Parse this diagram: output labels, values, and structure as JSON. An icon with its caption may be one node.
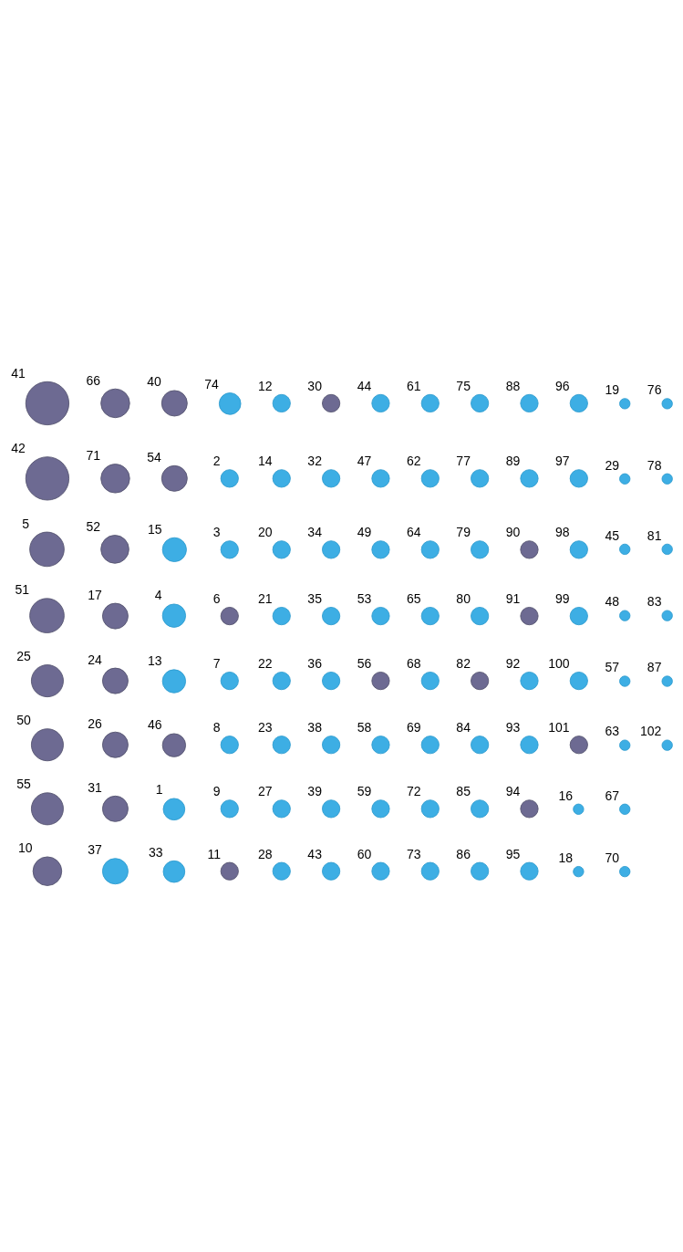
{
  "diagram": {
    "nodes": [
      {
        "text": [],
        "shape": "circle",
        "beside": [
          "1"
        ]
      },
      {
        "text": [],
        "shape": "circle",
        "beside": [
          "2"
        ]
      },
      {
        "text": [],
        "shape": "circle",
        "beside": [
          "3"
        ]
      },
      {
        "text": [],
        "shape": "circle",
        "beside": [
          "4"
        ]
      },
      {
        "text": [],
        "shape": "circle",
        "beside": [
          "5"
        ]
      },
      {
        "text": [],
        "shape": "circle",
        "beside": [
          "6"
        ]
      },
      {
        "text": [],
        "shape": "circle",
        "beside": [
          "7"
        ]
      },
      {
        "text": [],
        "shape": "circle",
        "beside": [
          "8"
        ]
      },
      {
        "text": [],
        "shape": "circle",
        "beside": [
          "9"
        ]
      },
      {
        "text": [],
        "shape": "circle",
        "beside": [
          "10"
        ]
      },
      {
        "text": [],
        "shape": "circle",
        "beside": [
          "11"
        ]
      },
      {
        "text": [],
        "shape": "circle",
        "beside": [
          "12"
        ]
      },
      {
        "text": [],
        "shape": "circle",
        "beside": [
          "13"
        ]
      },
      {
        "text": [],
        "shape": "circle",
        "beside": [
          "14"
        ]
      },
      {
        "text": [],
        "shape": "circle",
        "beside": [
          "15"
        ]
      },
      {
        "text": [],
        "shape": "circle",
        "beside": [
          "16"
        ]
      },
      {
        "text": [],
        "shape": "circle",
        "beside": [
          "17"
        ]
      },
      {
        "text": [],
        "shape": "circle",
        "beside": [
          "18"
        ]
      },
      {
        "text": [],
        "shape": "circle",
        "beside": [
          "19"
        ]
      },
      {
        "text": [],
        "shape": "circle",
        "beside": [
          "20"
        ]
      },
      {
        "text": [],
        "shape": "circle",
        "beside": [
          "21"
        ]
      },
      {
        "text": [],
        "shape": "circle",
        "beside": [
          "22"
        ]
      },
      {
        "text": [],
        "shape": "circle",
        "beside": [
          "23"
        ]
      },
      {
        "text": [],
        "shape": "circle",
        "beside": [
          "24"
        ]
      },
      {
        "text": [],
        "shape": "circle",
        "beside": [
          "25"
        ]
      },
      {
        "text": [],
        "shape": "circle",
        "beside": [
          "26"
        ]
      },
      {
        "text": [],
        "shape": "circle",
        "beside": [
          "27"
        ]
      },
      {
        "text": [],
        "shape": "circle",
        "beside": [
          "28"
        ]
      },
      {
        "text": [],
        "shape": "circle",
        "beside": [
          "29"
        ]
      },
      {
        "text": [],
        "shape": "circle",
        "beside": [
          "30"
        ]
      },
      {
        "text": [],
        "shape": "circle",
        "beside": [
          "31"
        ]
      },
      {
        "text": [],
        "shape": "circle",
        "beside": [
          "32"
        ]
      },
      {
        "text": [],
        "shape": "circle",
        "beside": [
          "33"
        ]
      },
      {
        "text": [],
        "shape": "circle",
        "beside": [
          "34"
        ]
      },
      {
        "text": [],
        "shape": "circle",
        "beside": [
          "35"
        ]
      },
      {
        "text": [],
        "shape": "circle",
        "beside": [
          "36"
        ]
      },
      {
        "text": [],
        "shape": "circle",
        "beside": [
          "37"
        ]
      },
      {
        "text": [],
        "shape": "circle",
        "beside": [
          "38"
        ]
      },
      {
        "text": [],
        "shape": "circle",
        "beside": [
          "39"
        ]
      },
      {
        "text": [],
        "shape": "circle",
        "beside": [
          "40"
        ]
      },
      {
        "text": [],
        "shape": "circle",
        "beside": [
          "41"
        ]
      },
      {
        "text": [],
        "shape": "circle",
        "beside": [
          "42"
        ]
      },
      {
        "text": [],
        "shape": "circle",
        "beside": [
          "43"
        ]
      },
      {
        "text": [],
        "shape": "circle",
        "beside": [
          "44"
        ]
      },
      {
        "text": [],
        "shape": "circle",
        "beside": [
          "45"
        ]
      },
      {
        "text": [],
        "shape": "circle",
        "beside": [
          "46"
        ]
      },
      {
        "text": [],
        "shape": "circle",
        "beside": [
          "47"
        ]
      },
      {
        "text": [],
        "shape": "circle",
        "beside": [
          "48"
        ]
      },
      {
        "text": [],
        "shape": "circle",
        "beside": [
          "49"
        ]
      },
      {
        "text": [],
        "shape": "circle",
        "beside": [
          "50"
        ]
      },
      {
        "text": [],
        "shape": "circle",
        "beside": [
          "51"
        ]
      },
      {
        "text": [],
        "shape": "circle",
        "beside": [
          "52"
        ]
      },
      {
        "text": [],
        "shape": "circle",
        "beside": [
          "53"
        ]
      },
      {
        "text": [],
        "shape": "circle",
        "beside": [
          "54"
        ]
      },
      {
        "text": [],
        "shape": "circle",
        "beside": [
          "55"
        ]
      },
      {
        "text": [],
        "shape": "circle",
        "beside": [
          "56"
        ]
      },
      {
        "text": [],
        "shape": "circle",
        "beside": [
          "57"
        ]
      },
      {
        "text": [],
        "shape": "circle",
        "beside": [
          "58"
        ]
      },
      {
        "text": [],
        "shape": "circle",
        "beside": [
          "59"
        ]
      },
      {
        "text": [],
        "shape": "circle",
        "beside": [
          "60"
        ]
      },
      {
        "text": [],
        "shape": "circle",
        "beside": [
          "61"
        ]
      },
      {
        "text": [],
        "shape": "circle",
        "beside": [
          "62"
        ]
      },
      {
        "text": [],
        "shape": "circle",
        "beside": [
          "63"
        ]
      },
      {
        "text": [],
        "shape": "circle",
        "beside": [
          "64"
        ]
      },
      {
        "text": [],
        "shape": "circle",
        "beside": [
          "65"
        ]
      },
      {
        "text": [],
        "shape": "circle",
        "beside": [
          "66"
        ]
      },
      {
        "text": [],
        "shape": "circle",
        "beside": [
          "67"
        ]
      },
      {
        "text": [],
        "shape": "circle",
        "beside": [
          "68"
        ]
      },
      {
        "text": [],
        "shape": "circle",
        "beside": [
          "69"
        ]
      },
      {
        "text": [],
        "shape": "circle",
        "beside": [
          "70"
        ]
      },
      {
        "text": [],
        "shape": "circle",
        "beside": [
          "71"
        ]
      },
      {
        "text": [],
        "shape": "circle",
        "beside": [
          "72"
        ]
      },
      {
        "text": [],
        "shape": "circle",
        "beside": [
          "73"
        ]
      },
      {
        "text": [],
        "shape": "circle",
        "beside": [
          "74"
        ]
      },
      {
        "text": [],
        "shape": "circle",
        "beside": [
          "75"
        ]
      },
      {
        "text": [],
        "shape": "circle",
        "beside": [
          "76"
        ]
      },
      {
        "text": [],
        "shape": "circle",
        "beside": [
          "77"
        ]
      },
      {
        "text": [],
        "shape": "circle",
        "beside": [
          "78"
        ]
      },
      {
        "text": [],
        "shape": "circle",
        "beside": [
          "79"
        ]
      },
      {
        "text": [],
        "shape": "circle",
        "beside": [
          "80"
        ]
      },
      {
        "text": [],
        "shape": "circle",
        "beside": [
          "81"
        ]
      },
      {
        "text": [],
        "shape": "circle",
        "beside": [
          "82"
        ]
      },
      {
        "text": [],
        "shape": "circle",
        "beside": [
          "83"
        ]
      },
      {
        "text": [],
        "shape": "circle",
        "beside": [
          "84"
        ]
      },
      {
        "text": [],
        "shape": "circle",
        "beside": [
          "85"
        ]
      },
      {
        "text": [],
        "shape": "circle",
        "beside": [
          "86"
        ]
      },
      {
        "text": [],
        "shape": "circle",
        "beside": [
          "87"
        ]
      },
      {
        "text": [],
        "shape": "circle",
        "beside": [
          "88"
        ]
      },
      {
        "text": [],
        "shape": "circle",
        "beside": [
          "89"
        ]
      },
      {
        "text": [],
        "shape": "circle",
        "beside": [
          "90"
        ]
      },
      {
        "text": [],
        "shape": "circle",
        "beside": [
          "91"
        ]
      },
      {
        "text": [],
        "shape": "circle",
        "beside": [
          "92"
        ]
      },
      {
        "text": [],
        "shape": "circle",
        "beside": [
          "93"
        ]
      },
      {
        "text": [],
        "shape": "circle",
        "beside": [
          "94"
        ]
      },
      {
        "text": [],
        "shape": "circle",
        "beside": [
          "95"
        ]
      },
      {
        "text": [],
        "shape": "circle",
        "beside": [
          "96"
        ]
      },
      {
        "text": [],
        "shape": "circle",
        "beside": [
          "97"
        ]
      },
      {
        "text": [],
        "shape": "circle",
        "beside": [
          "98"
        ]
      },
      {
        "text": [],
        "shape": "circle",
        "beside": [
          "99"
        ]
      },
      {
        "text": [],
        "shape": "circle",
        "beside": [
          "100"
        ]
      },
      {
        "text": [],
        "shape": "circle",
        "beside": [
          "101"
        ]
      },
      {
        "text": [],
        "shape": "circle",
        "beside": [
          "102"
        ]
      }
    ]
  }
}
